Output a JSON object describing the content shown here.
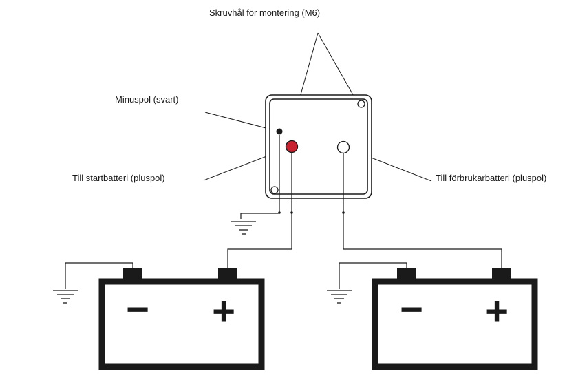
{
  "labels": {
    "screw_holes": "Skruvhål för montering (M6)",
    "minus_pole": "Minuspol (svart)",
    "start_battery": "Till startbatteri (pluspol)",
    "consumer_battery": "Till förbrukarbatteri (pluspol)"
  },
  "colors": {
    "line": "#1a1a1a",
    "positive_terminal": "#c8202f",
    "background": "#ffffff"
  },
  "batteries": [
    {
      "id": "start",
      "minus_symbol": "−",
      "plus_symbol": "+"
    },
    {
      "id": "consumer",
      "minus_symbol": "−",
      "plus_symbol": "+"
    }
  ]
}
